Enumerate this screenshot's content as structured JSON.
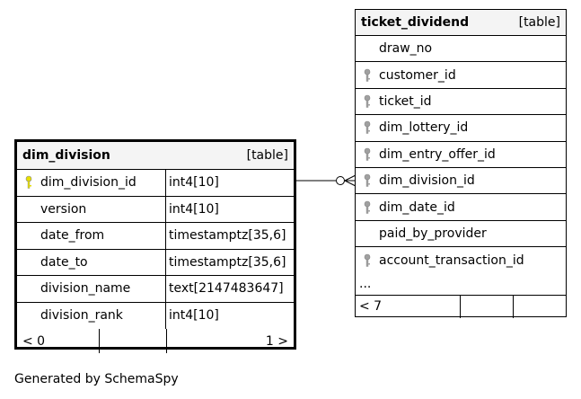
{
  "dim_division": {
    "name": "dim_division",
    "kind": "[table]",
    "columns": [
      {
        "name": "dim_division_id",
        "type": "int4[10]",
        "key": "primary-key-icon"
      },
      {
        "name": "version",
        "type": "int4[10]",
        "key": ""
      },
      {
        "name": "date_from",
        "type": "timestamptz[35,6]",
        "key": ""
      },
      {
        "name": "date_to",
        "type": "timestamptz[35,6]",
        "key": ""
      },
      {
        "name": "division_name",
        "type": "text[2147483647]",
        "key": ""
      },
      {
        "name": "division_rank",
        "type": "int4[10]",
        "key": ""
      }
    ],
    "parents": "< 0",
    "children": "1 >"
  },
  "ticket_dividend": {
    "name": "ticket_dividend",
    "kind": "[table]",
    "columns": [
      {
        "name": "draw_no",
        "key": ""
      },
      {
        "name": "customer_id",
        "key": "foreign-key-icon"
      },
      {
        "name": "ticket_id",
        "key": "foreign-key-icon"
      },
      {
        "name": "dim_lottery_id",
        "key": "foreign-key-icon"
      },
      {
        "name": "dim_entry_offer_id",
        "key": "foreign-key-icon"
      },
      {
        "name": "dim_division_id",
        "key": "foreign-key-icon"
      },
      {
        "name": "dim_date_id",
        "key": "foreign-key-icon"
      },
      {
        "name": "paid_by_provider",
        "key": ""
      },
      {
        "name": "account_transaction_id",
        "key": "foreign-key-icon"
      }
    ],
    "more": "...",
    "parents": "< 7"
  },
  "caption": "Generated by SchemaSpy",
  "colors": {
    "primary_key": "#e8e000",
    "foreign_key": "#a0a0a0",
    "header_bg": "#f4f4f4"
  }
}
